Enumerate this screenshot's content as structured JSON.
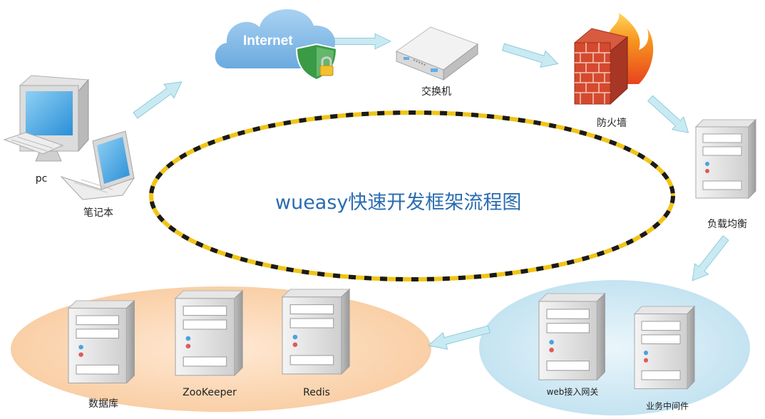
{
  "diagram": {
    "title": "wueasy快速开发框架流程图",
    "internet_label": "Internet",
    "nodes": {
      "pc": "pc",
      "laptop": "笔记本",
      "switch": "交换机",
      "firewall": "防火墙",
      "load_balancer": "负载均衡",
      "web_gateway": "web接入网关",
      "middleware": "业务中间件",
      "database": "数据库",
      "zookeeper": "ZooKeeper",
      "redis": "Redis"
    },
    "colors": {
      "title": "#2b6cb0",
      "cloud": "#7fb8e6",
      "arrow": "#c9eaf2",
      "arrow_stroke": "#8fcbdc",
      "data_zone": "#fbd7b4",
      "service_zone": "#cfe9f4",
      "ring_yellow": "#f0c419",
      "ring_black": "#1a1a1a"
    },
    "icons": [
      "cloud-icon",
      "shield-lock-icon",
      "switch-icon",
      "firewall-icon",
      "server-icon",
      "desktop-icon",
      "laptop-icon"
    ]
  }
}
